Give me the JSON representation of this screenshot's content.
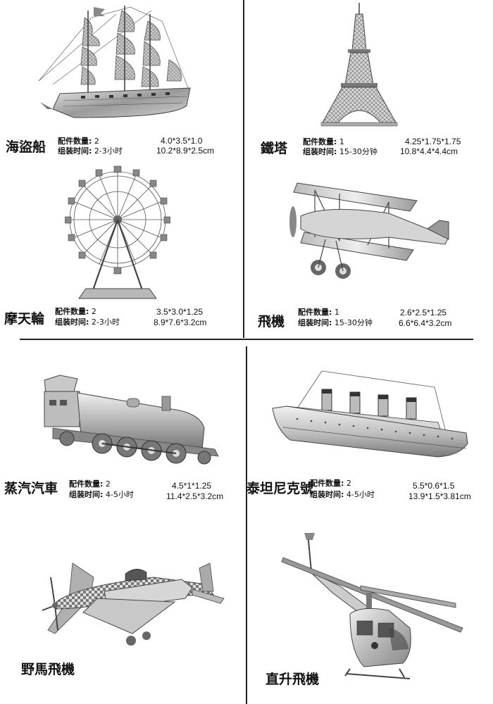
{
  "models": [
    {
      "name": "海盜船",
      "parts_label": "配件数量:",
      "parts": "2",
      "time_label": "组装时间:",
      "time": "2-3小时",
      "size_in": "4.0*3.5*1.0",
      "size_cm": "10.2*8.9*2.5cm"
    },
    {
      "name": "鐵塔",
      "parts_label": "配件数量:",
      "parts": "1",
      "time_label": "组装时间:",
      "time": "15-30分钟",
      "size_in": "4.25*1.75*1.75",
      "size_cm": "10.8*4.4*4.4cm"
    },
    {
      "name": "摩天輪",
      "parts_label": "配件数量:",
      "parts": "2",
      "time_label": "组装时间:",
      "time": "2-3小时",
      "size_in": "3.5*3.0*1.25",
      "size_cm": "8.9*7.6*3.2cm"
    },
    {
      "name": "飛機",
      "parts_label": "配件数量:",
      "parts": "1",
      "time_label": "组装时间:",
      "time": "15-30分钟",
      "size_in": "2.6*2.5*1.25",
      "size_cm": "6.6*6.4*3.2cm"
    },
    {
      "name": "蒸汽汽車",
      "parts_label": "配件数量:",
      "parts": "2",
      "time_label": "组装时间:",
      "time": "4-5小时",
      "size_in": "4.5*1*1.25",
      "size_cm": "11.4*2.5*3.2cm"
    },
    {
      "name": "泰坦尼克號",
      "parts_label": "配件数量:",
      "parts": "2",
      "time_label": "组装时间:",
      "time": "4-5小时",
      "size_in": "5.5*0.6*1.5",
      "size_cm": "13.9*1.5*3.81cm"
    },
    {
      "name": "野馬飛機"
    },
    {
      "name": "直升飛機"
    }
  ],
  "icons": [
    "pirate-ship",
    "eiffel-tower",
    "ferris-wheel",
    "biplane",
    "steam-locomotive",
    "titanic-ship",
    "mustang-airplane",
    "helicopter"
  ]
}
